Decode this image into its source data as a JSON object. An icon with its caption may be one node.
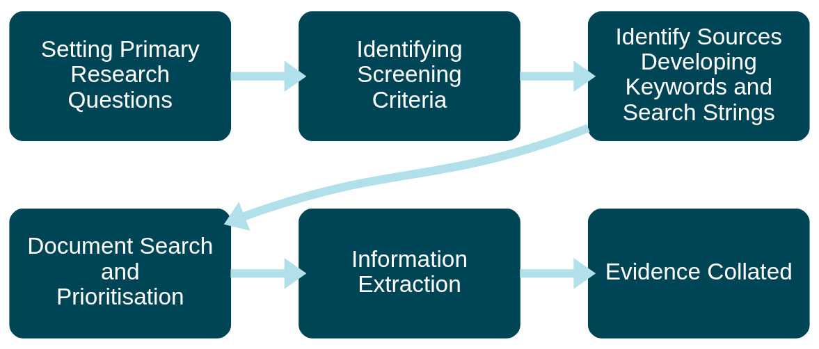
{
  "diagram": {
    "nodes": [
      {
        "text": [
          "Setting Primary Research Questions"
        ]
      },
      {
        "text": [
          "Identifying Screening Criteria"
        ]
      },
      {
        "text": [
          "Identify Sources Developing Keywords and Search Strings"
        ]
      },
      {
        "text": [
          "Document Search and Prioritisation"
        ]
      },
      {
        "text": [
          "Information Extraction"
        ]
      },
      {
        "text": [
          "Evidence Collated"
        ]
      }
    ],
    "edges": [
      {
        "from": 0,
        "to": 1,
        "arrow": "to"
      },
      {
        "from": 1,
        "to": 2,
        "arrow": "to"
      },
      {
        "from": 2,
        "to": 3,
        "arrow": "to"
      },
      {
        "from": 3,
        "to": 4,
        "arrow": "to"
      },
      {
        "from": 4,
        "to": 5,
        "arrow": "to"
      }
    ]
  }
}
